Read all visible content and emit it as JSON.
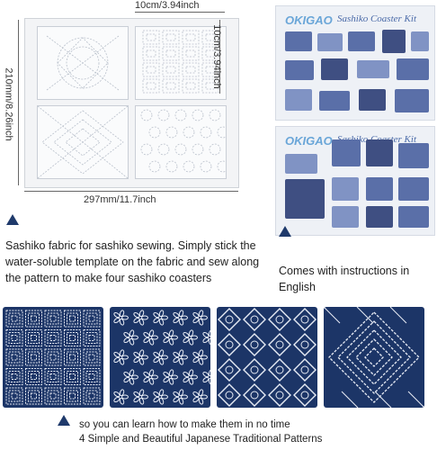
{
  "template_sheet": {
    "width_label": "10cm/3.94inch",
    "height_label": "10cm/3.94inch",
    "sheet_height_label": "210mm/8.26inch",
    "sheet_width_label": "297mm/11.7inch"
  },
  "instructions": {
    "card1_logo": "OKIGAO",
    "card1_title": "Sashiko Coaster Kit",
    "card2_logo": "OKIGAO",
    "card2_title": "Sashiko Coaster Kit"
  },
  "captions": {
    "left": "Sashiko fabric for sashiko sewing. Simply stick the water-soluble template on the fabric and sew along the pattern to make four sashiko coasters",
    "right": "Comes with instructions in English",
    "bottom_line1": "so you can learn how to make them in no time",
    "bottom_line2": "4 Simple and Beautiful Japanese Traditional Patterns"
  },
  "colors": {
    "navy": "#1c3567",
    "accent": "#1f3a6b",
    "stitch": "#e8ecf5"
  }
}
